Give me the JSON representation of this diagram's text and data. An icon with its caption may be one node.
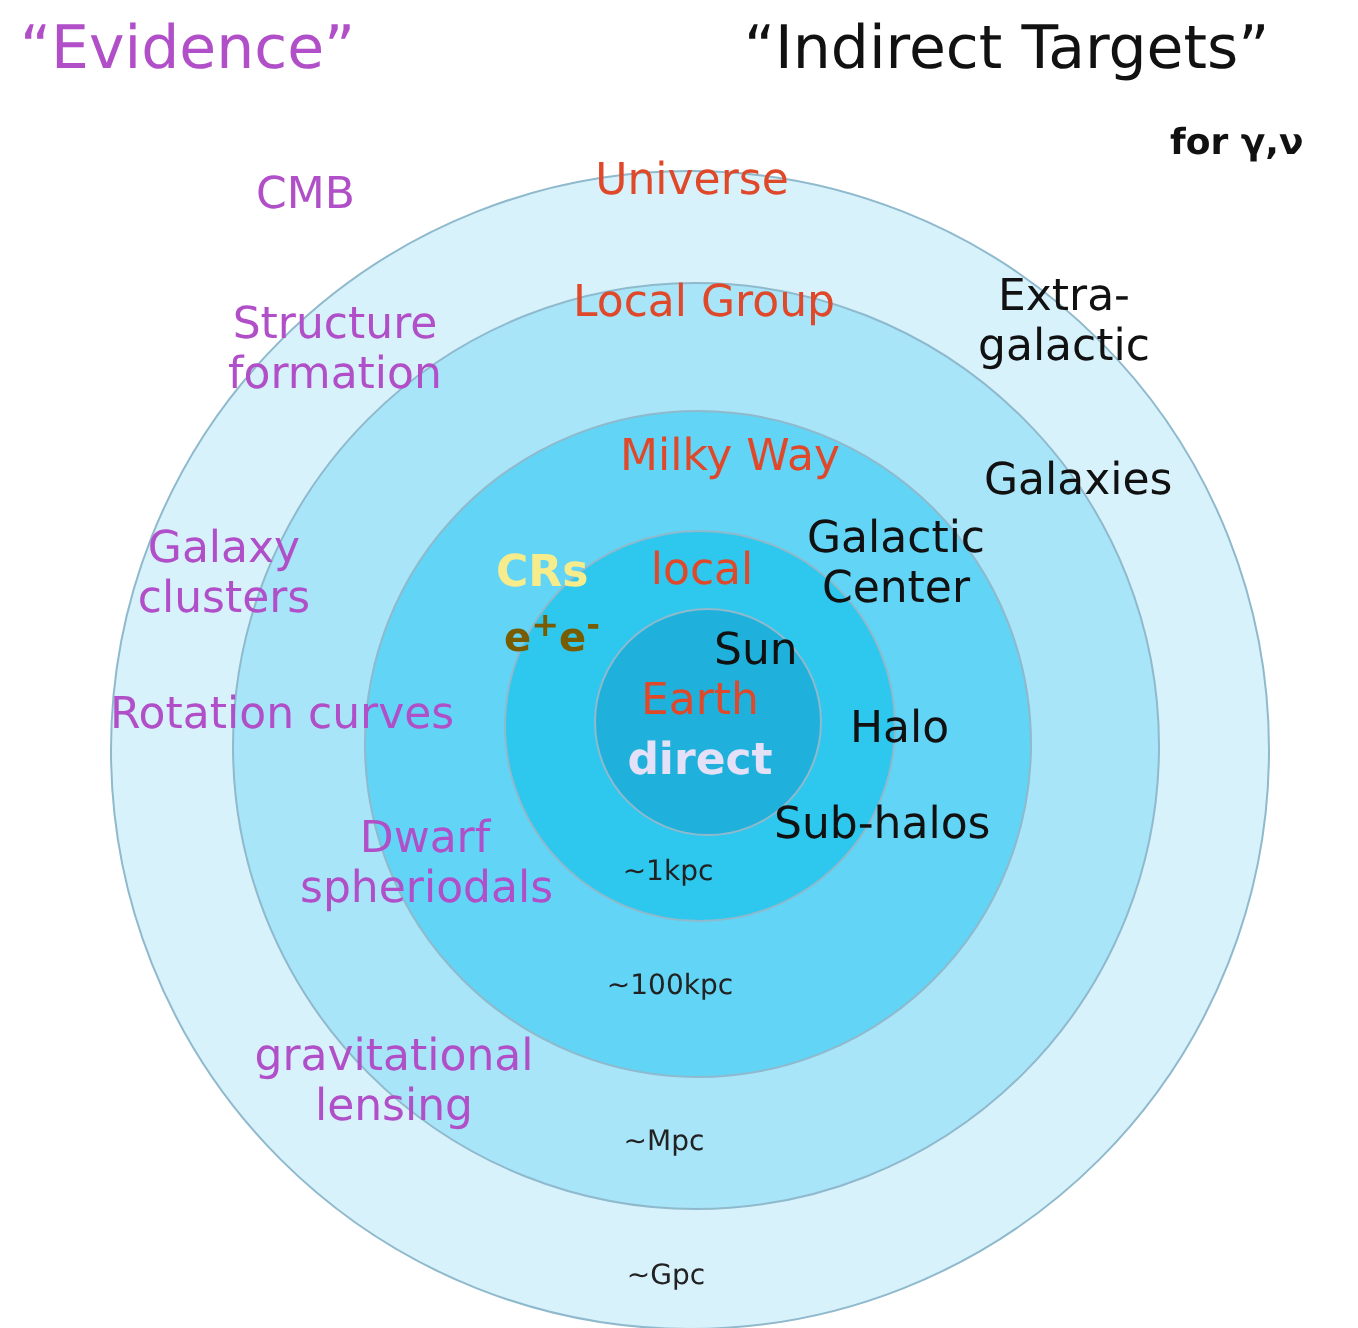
{
  "diagram": {
    "nodes": [
      {
        "text": [
          "Universe",
          "~Gpc"
        ]
      },
      {
        "text": [
          "Local Group",
          "~Mpc"
        ],
        "in": 0
      },
      {
        "text": [
          "Milky Way",
          "~100kpc"
        ],
        "in": 1
      },
      {
        "text": [
          "local",
          "~1kpc"
        ],
        "in": 2
      },
      {
        "text": [
          "Earth",
          "direct"
        ],
        "in": 3
      }
    ],
    "labels": [
      "“Evidence”",
      "“Indirect Targets”",
      "for γ,ν",
      "CMB",
      "Structure formation",
      "Extra-galactic",
      "Galaxies",
      "Galaxy clusters",
      "Galactic Center",
      "CRs",
      "e$^{+}$e$^{-}$",
      "Sun",
      "Rotation curves",
      "Halo",
      "Dwarf spheriodals",
      "Sub-halos",
      "gravitational lensing"
    ]
  }
}
